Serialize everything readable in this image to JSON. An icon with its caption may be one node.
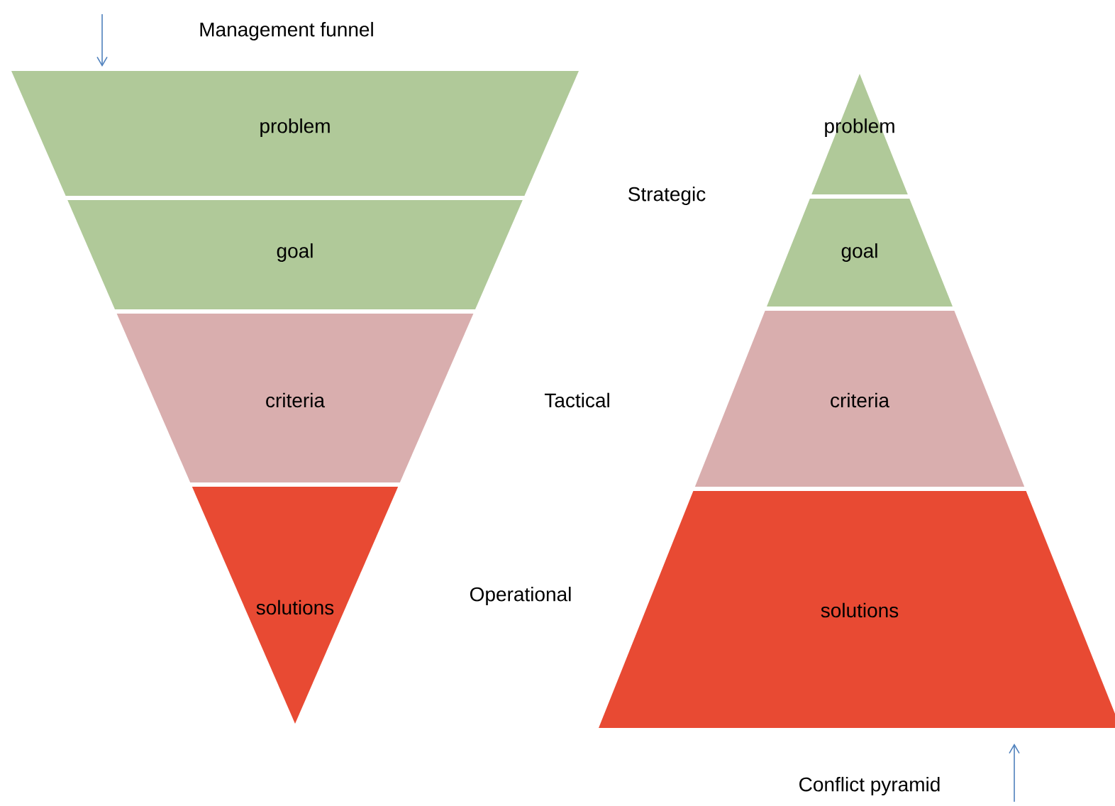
{
  "diagram": {
    "nodes": [
      {
        "text": [
          "problem"
        ]
      },
      {
        "text": [
          "goal"
        ]
      },
      {
        "text": [
          "criteria"
        ]
      },
      {
        "text": [
          "solutions"
        ]
      },
      {
        "text": [
          "problem"
        ]
      },
      {
        "text": [
          "goal"
        ]
      },
      {
        "text": [
          "criteria"
        ]
      },
      {
        "text": [
          "solutions"
        ]
      }
    ],
    "edges": [
      {
        "from": null,
        "to": 0,
        "arrow": "to"
      },
      {
        "from": null,
        "to": 7,
        "arrow": "to"
      }
    ],
    "labels": [
      "Management funnel",
      "Strategic",
      "Tactical",
      "Operational",
      "Conflict pyramid"
    ]
  }
}
